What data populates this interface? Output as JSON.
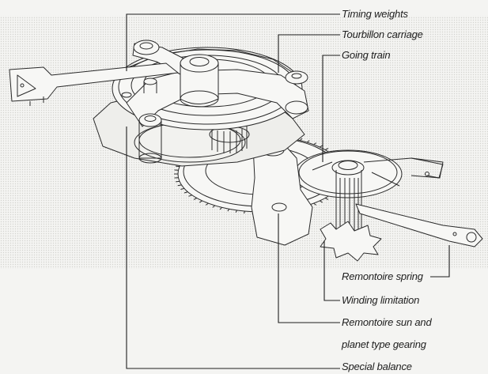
{
  "labels": {
    "timing_weights": "Timing weights",
    "tourbillon_carriage": "Tourbillon carriage",
    "going_train": "Going train",
    "remontoire_spring": "Remontoire spring",
    "winding_limitation": "Winding limitation",
    "remontoire_sun_line1": "Remontoire sun and",
    "remontoire_sun_line2": "planet type gearing",
    "special_balance": "Special balance"
  },
  "colors": {
    "line": "#2a2a2a",
    "paper": "#f4f4f2",
    "halftone": "#d9d9d6"
  }
}
